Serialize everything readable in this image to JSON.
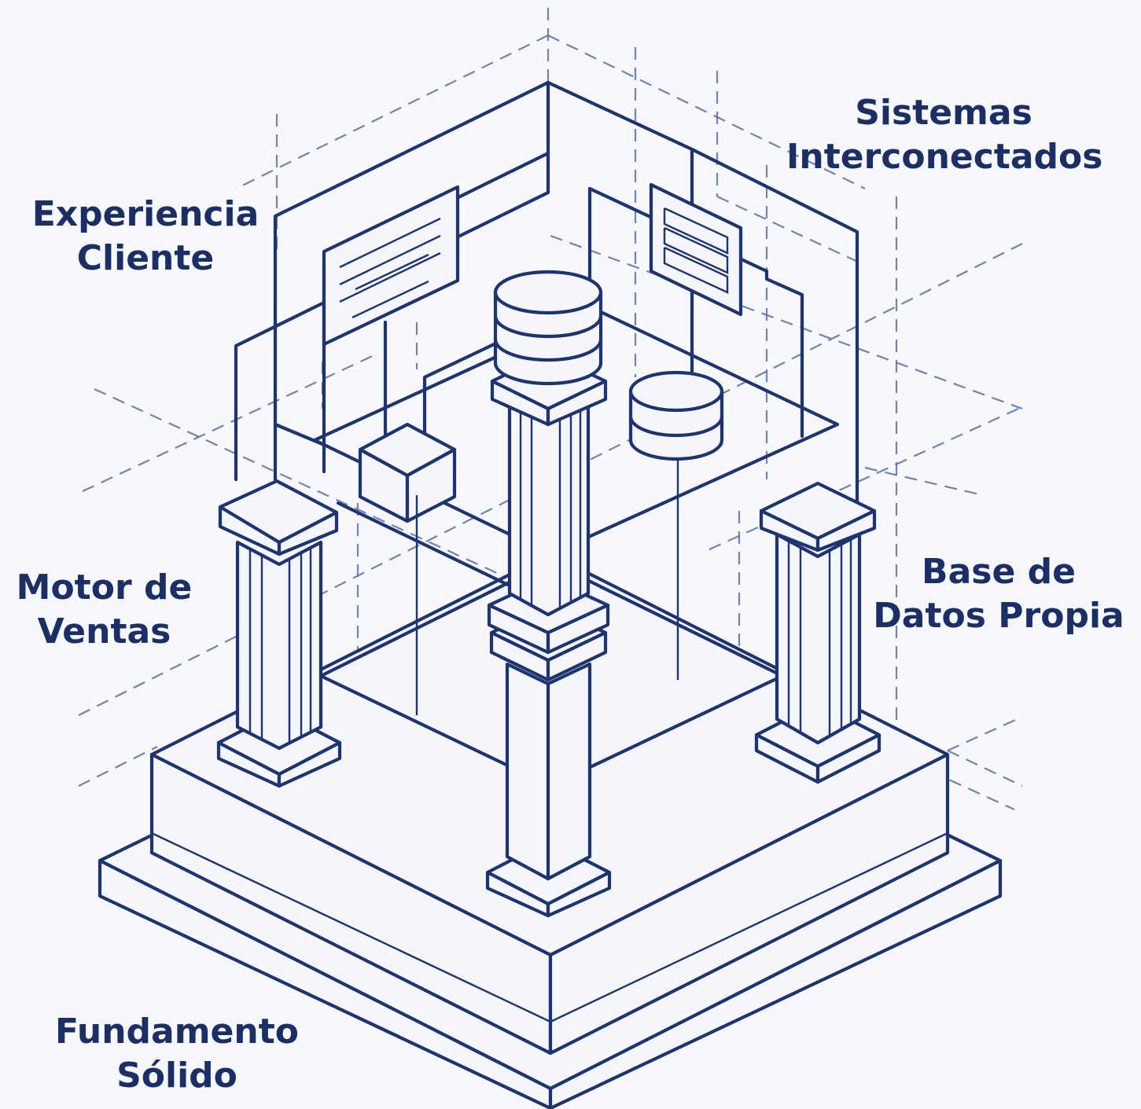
{
  "labels": {
    "sistemas": {
      "line1": "Sistemas",
      "line2": "Interconectados"
    },
    "experiencia": {
      "line1": "Experiencia",
      "line2": "Cliente"
    },
    "motor": {
      "line1": "Motor de",
      "line2": "Ventas"
    },
    "base": {
      "line1": "Base de",
      "line2": "Datos Propia"
    },
    "fundamento": {
      "line1": "Fundamento",
      "line2": "Sólido"
    }
  },
  "colors": {
    "ink": "#1e3470",
    "text": "#1b2f66",
    "construction_lines": "#5a6fa6",
    "background": "#f6f8fc"
  },
  "icons": [
    "pillar-icon",
    "database-cylinder-icon",
    "cube-icon",
    "document-panel-icon"
  ]
}
